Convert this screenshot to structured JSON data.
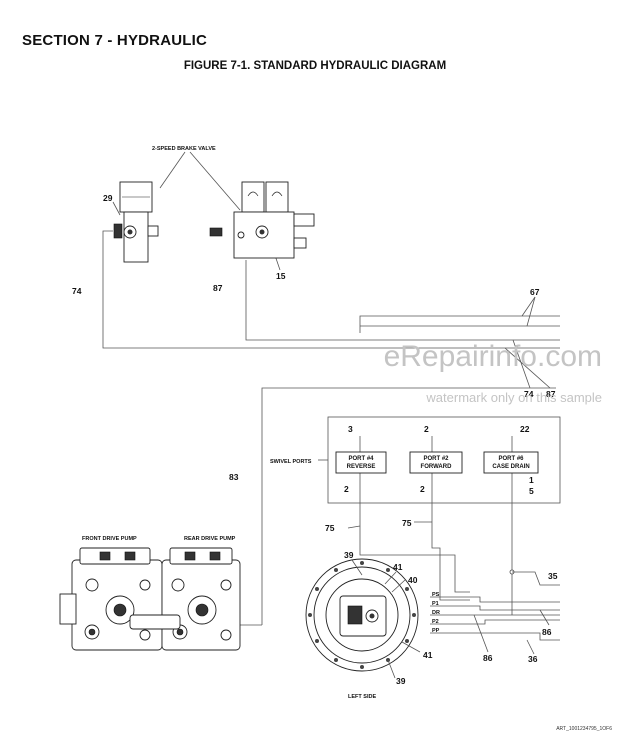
{
  "section_title": "SECTION 7 - HYDRAULIC",
  "figure_title": "FIGURE 7-1. STANDARD HYDRAULIC DIAGRAM",
  "labels": {
    "brake_valve": "2-SPEED BRAKE VALVE",
    "swivel_ports": "SWIVEL PORTS",
    "front_pump": "FRONT DRIVE PUMP",
    "rear_pump": "REAR DRIVE PUMP",
    "left_side": "LEFT SIDE"
  },
  "ports": [
    {
      "line1": "PORT #4",
      "line2": "REVERSE",
      "top": "3",
      "bottom": "2"
    },
    {
      "line1": "PORT #2",
      "line2": "FORWARD",
      "top": "2",
      "bottom": "2"
    },
    {
      "line1": "PORT #6",
      "line2": "CASE DRAIN",
      "top": "22",
      "bottom1": "1",
      "bottom2": "5"
    }
  ],
  "motor_ports": [
    "PS",
    "P1",
    "DR",
    "P2",
    "PP"
  ],
  "callouts": {
    "c29": "29",
    "c15": "15",
    "c74": "74",
    "c87": "87",
    "c67": "67",
    "c74b": "74",
    "c87b": "87",
    "c83": "83",
    "c75a": "75",
    "c75b": "75",
    "c39a": "39",
    "c41a": "41",
    "c40": "40",
    "c41b": "41",
    "c39b": "39",
    "c35": "35",
    "c86a": "86",
    "c86b": "86",
    "c36": "36"
  },
  "watermark": {
    "main": "eRepairinfo.com",
    "sub": "watermark only on this sample"
  },
  "footer": "ART_1001234795_1OF6"
}
